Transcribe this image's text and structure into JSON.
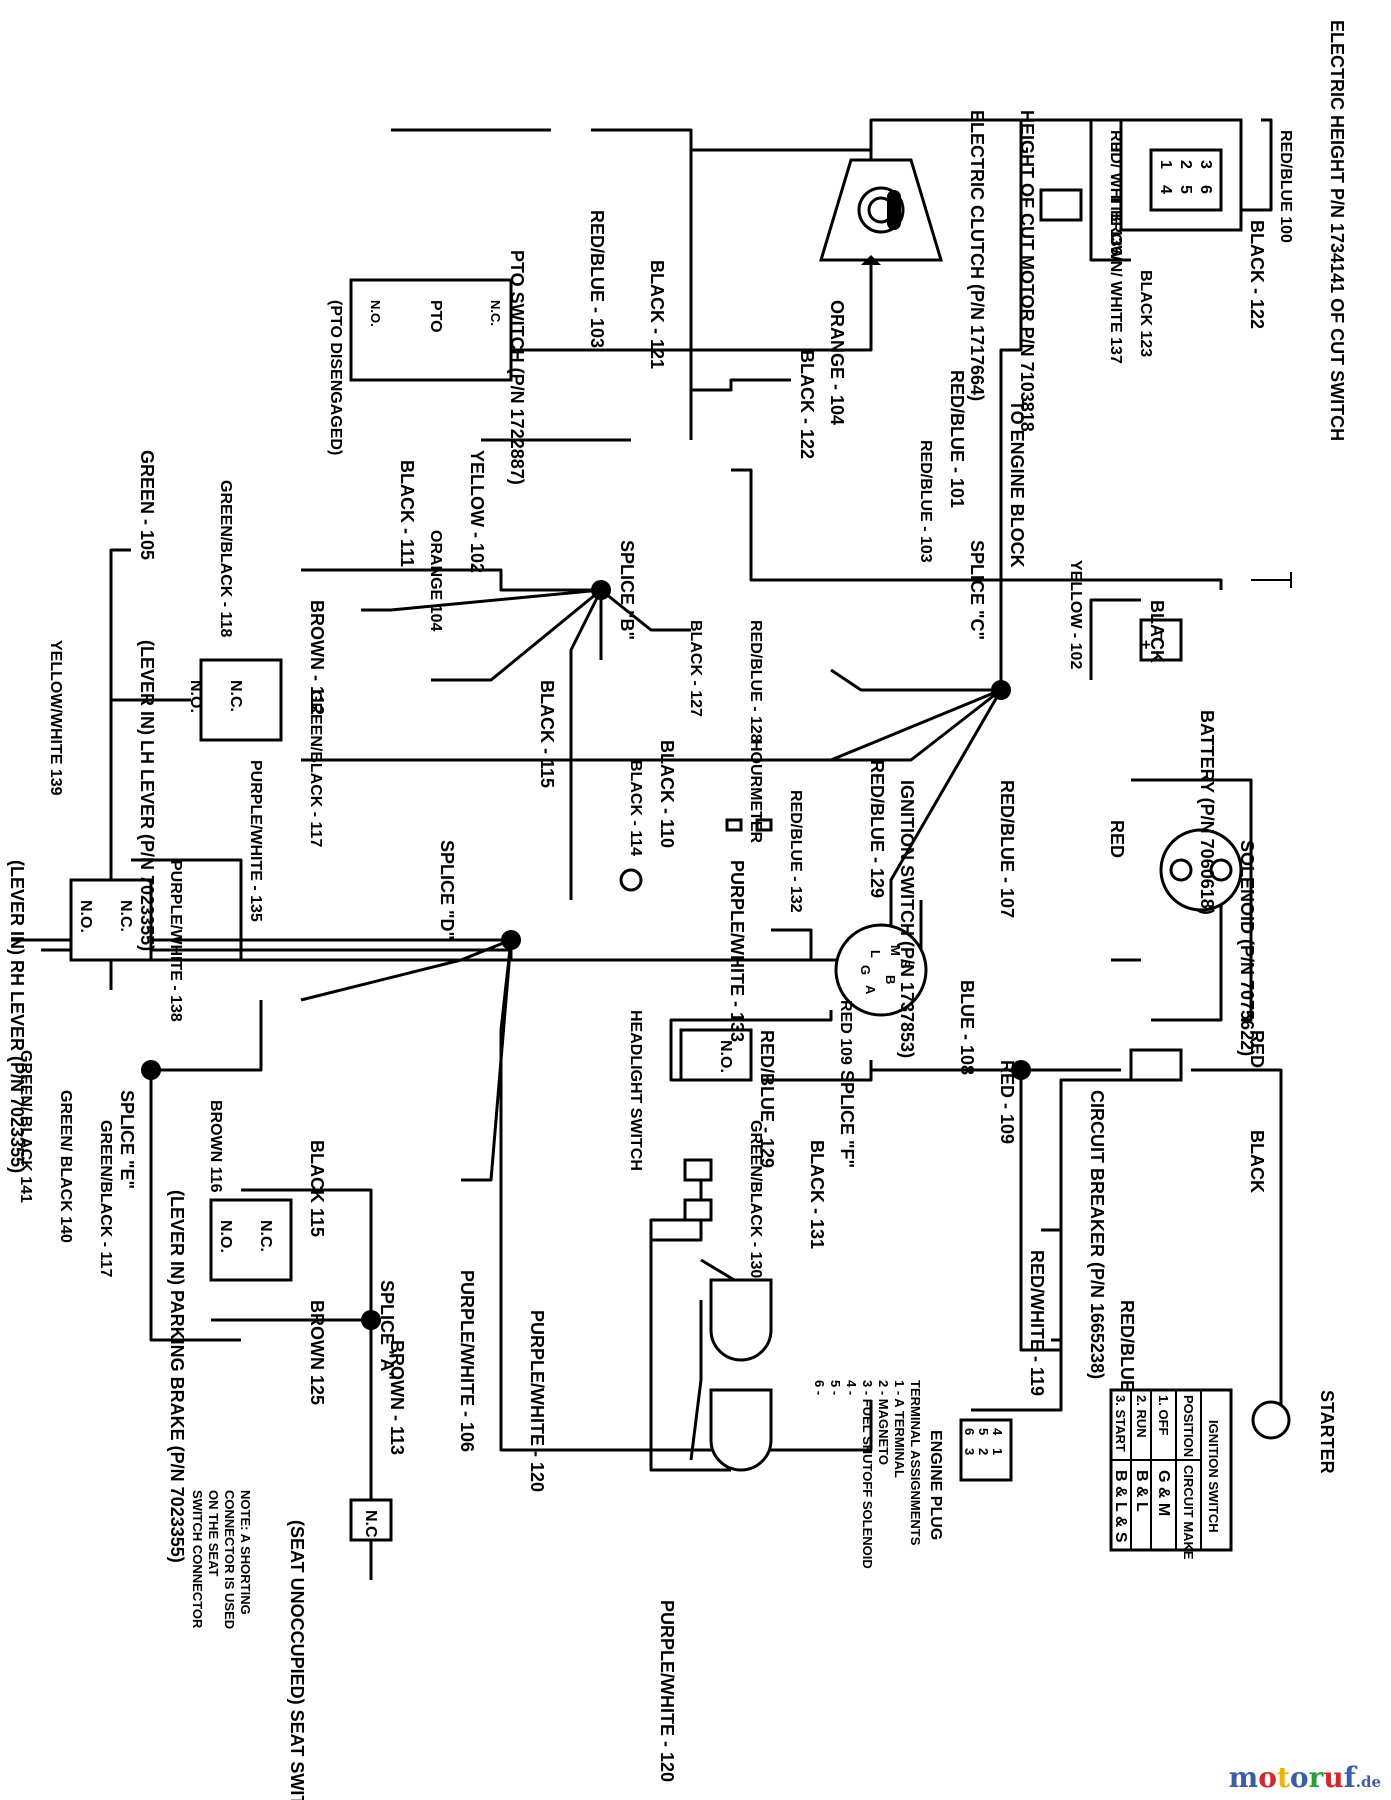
{
  "components": {
    "height_of_cut_switch": "ELECTRIC HEIGHT  P/N 1734141 OF CUT SWITCH",
    "height_of_cut_motor": "HEIGHT OF CUT MOTOR P/N 7103818",
    "electric_clutch": "ELECTRIC CLUTCH (P/N 1717664)",
    "pto_switch": "PTO SWITCH (P/N 1722887)",
    "pto_disengaged": "(PTO DISENGAGED)",
    "pto": "PTO",
    "nc": "N.C.",
    "no": "N.O.",
    "to_engine_block": "TO ENGINE BLOCK",
    "battery": "BATTERY (P/N 7060618)",
    "solenoid": "SOLENOID (P/N 7075622)",
    "ignition_switch": "IGNITION SWITCH (P/N 1737853)",
    "hourmeter": "HOURMETER",
    "lh_lever": "(LEVER IN) LH LEVER (P/N 7023355)",
    "rh_lever": "(LEVER IN) RH LEVER (P/N 7023355)",
    "parking_brake": "(LEVER IN) PARKING BRAKE (P/N 7023355)",
    "headlight_switch": "HEADLIGHT SWITCH",
    "circuit_breaker": "CIRCUIT BREAKER (P/N 1665238)",
    "starter": "STARTER",
    "engine_plug": "ENGINE PLUG",
    "seat_switch": "(SEAT UNOCCUPIED) SEAT SWITCH",
    "seat_note": [
      "NOTE: A SHORTING",
      "CONNECTOR IS USED",
      "ON THE SEAT",
      "SWITCH CONNECTOR"
    ],
    "terminal_assignments": [
      "TERMINAL ASSIGNMENTS",
      "1 - A TERMINAL",
      "2 - MAGNETO",
      "3 - FUEL SHUTOFF SOLENOID",
      "4 -",
      "5 -",
      "6 -"
    ],
    "ign_terminals": {
      "m": "M",
      "s": "S",
      "b": "B",
      "l": "L",
      "g": "G",
      "a": "A"
    },
    "hoc_pins": [
      "3",
      "6",
      "2",
      "5",
      "1",
      "4"
    ],
    "plug_pins": [
      "4",
      "1",
      "5",
      "2",
      "6",
      "3"
    ]
  },
  "splices": {
    "a": "SPLICE \"A\"",
    "b": "SPLICE \"B\"",
    "c": "SPLICE \"C\"",
    "d": "SPLICE \"D\"",
    "e": "SPLICE \"E\"",
    "f": "SPLICE \"F\""
  },
  "wires": {
    "rb100": "RED/BLUE 100",
    "rw136": "RED/ WHITE 136",
    "bw137": "BROWN/ WHITE 137",
    "b123": "BLACK 123",
    "b122": "BLACK - 122",
    "rb101": "RED/BLUE - 101",
    "rb103": "RED/BLUE - 103",
    "b121": "BLACK - 121",
    "o104": "ORANGE - 104",
    "o104b": "ORANGE 104",
    "y102": "YELLOW - 102",
    "b111": "BLACK - 111",
    "g105": "GREEN - 105",
    "br112": "BROWN - 112",
    "gb118": "GREEN/BLACK - 118",
    "gb117": "GREEN/BLACK - 117",
    "pw135": "PURPLE/WHITE - 135",
    "yw139": "YELLOW/WHITE 139",
    "b127": "BLACK - 127",
    "rb128": "RED/BLUE - 128",
    "b115": "BLACK - 115",
    "b114": "BLACK - 114",
    "b110": "BLACK - 110",
    "rb129": "RED/BLUE - 129",
    "rb132": "RED/BLUE - 132",
    "rb107": "RED/BLUE - 107",
    "blk": "BLACK",
    "red": "RED",
    "pw133": "PURPLE/WHITE - 133",
    "pw138": "PURPLE/WHITE - 138",
    "blue108": "BLUE - 108",
    "red109": "RED 109",
    "red_109": "RED - 109",
    "gb141": "GREEN/ BLACK 141",
    "gb140": "GREEN/ BLACK 140",
    "br116": "BROWN 116",
    "b115b": "BLACK 115",
    "br125": "BROWN 125",
    "br113": "BROWN - 113",
    "pw106": "PURPLE/WHITE - 106",
    "pw120": "PURPLE/WHITE - 120",
    "b131": "BLACK - 131",
    "gb130": "GREEN/BLACK - 130",
    "rw119": "RED/WHITE - 119"
  },
  "ignition_table": {
    "title": "IGNITION SWITCH",
    "headers": [
      "POSITION",
      "CIRCUIT MAKE"
    ],
    "rows": [
      [
        "1. OFF",
        "G & M"
      ],
      [
        "2. RUN",
        "B & L"
      ],
      [
        "3. START",
        "B & L & S"
      ]
    ]
  },
  "watermark": {
    "word": "motoruf",
    "tld": ".de",
    "colors": [
      "#3b5bab",
      "#d7262b",
      "#f0b400",
      "#3b5bab",
      "#2a9d3c",
      "#d7262b",
      "#3b5bab"
    ]
  }
}
